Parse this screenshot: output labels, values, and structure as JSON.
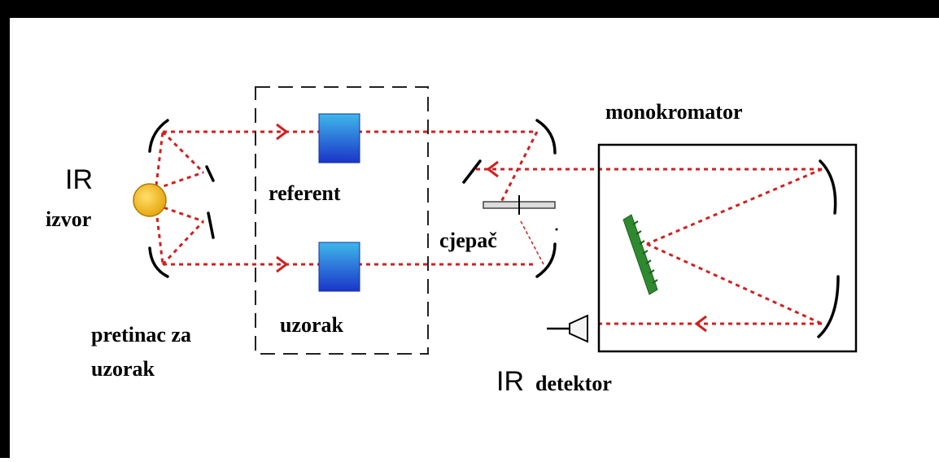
{
  "labels": {
    "ir": "IR",
    "izvor": "izvor",
    "referent": "referent",
    "uzorak": "uzorak",
    "pretinac_line1": "pretinac za",
    "pretinac_line2": "uzorak",
    "cjepac": "cjepač",
    "monokromator": "monokromator",
    "ir_detector": "IR",
    "detektor": "detektor"
  },
  "colors": {
    "beam": "#d02020",
    "source": "#f2c21a",
    "cell": "#1e63d6",
    "grating": "#2f8a2f",
    "outline": "#000000"
  }
}
